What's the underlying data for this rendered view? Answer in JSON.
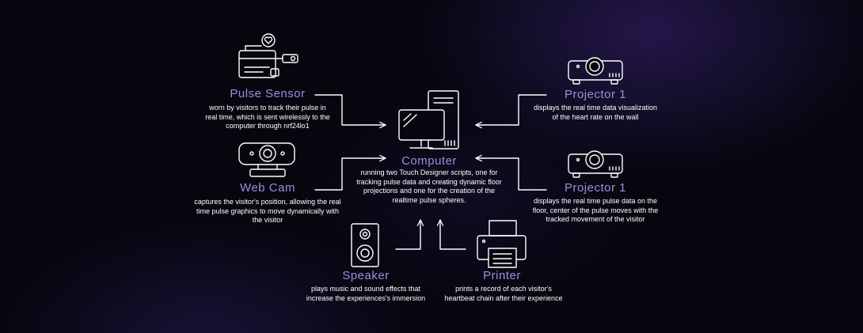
{
  "nodes": {
    "pulse_sensor": {
      "title": "Pulse Sensor",
      "description": "worn by visitors to track their pulse in real time, which is sent wirelessly to the computer through nrf24lo1"
    },
    "web_cam": {
      "title": "Web Cam",
      "description": "captures the visitor's position, allowing the real time pulse graphics to move dynamically with the visitor"
    },
    "computer": {
      "title": "Computer",
      "description": "running two Touch Designer scripts, one for tracking pulse data and creating dynamic floor projections and one for the creation of the realtime pulse spheres."
    },
    "projector_top": {
      "title": "Projector 1",
      "description": "displays the real time data visualization of the heart rate on the wall"
    },
    "projector_bottom": {
      "title": "Projector 1",
      "description": "displays the real time pulse data on the floor, center of the pulse moves with the tracked movement of the visitor"
    },
    "speaker": {
      "title": "Speaker",
      "description": "plays music and sound effects that increase the experiences's immersion"
    },
    "printer": {
      "title": "Printer",
      "description": "prints a record of each visitor's heartbeat chain after their experience"
    }
  },
  "icons": {
    "pulse_sensor": "pulse-sensor-icon",
    "web_cam": "webcam-icon",
    "computer": "computer-icon",
    "projector": "projector-icon",
    "speaker": "speaker-icon",
    "printer": "printer-icon"
  },
  "colors": {
    "background": "#07060f",
    "title": "#9b8fe0",
    "line": "#ffffff"
  }
}
